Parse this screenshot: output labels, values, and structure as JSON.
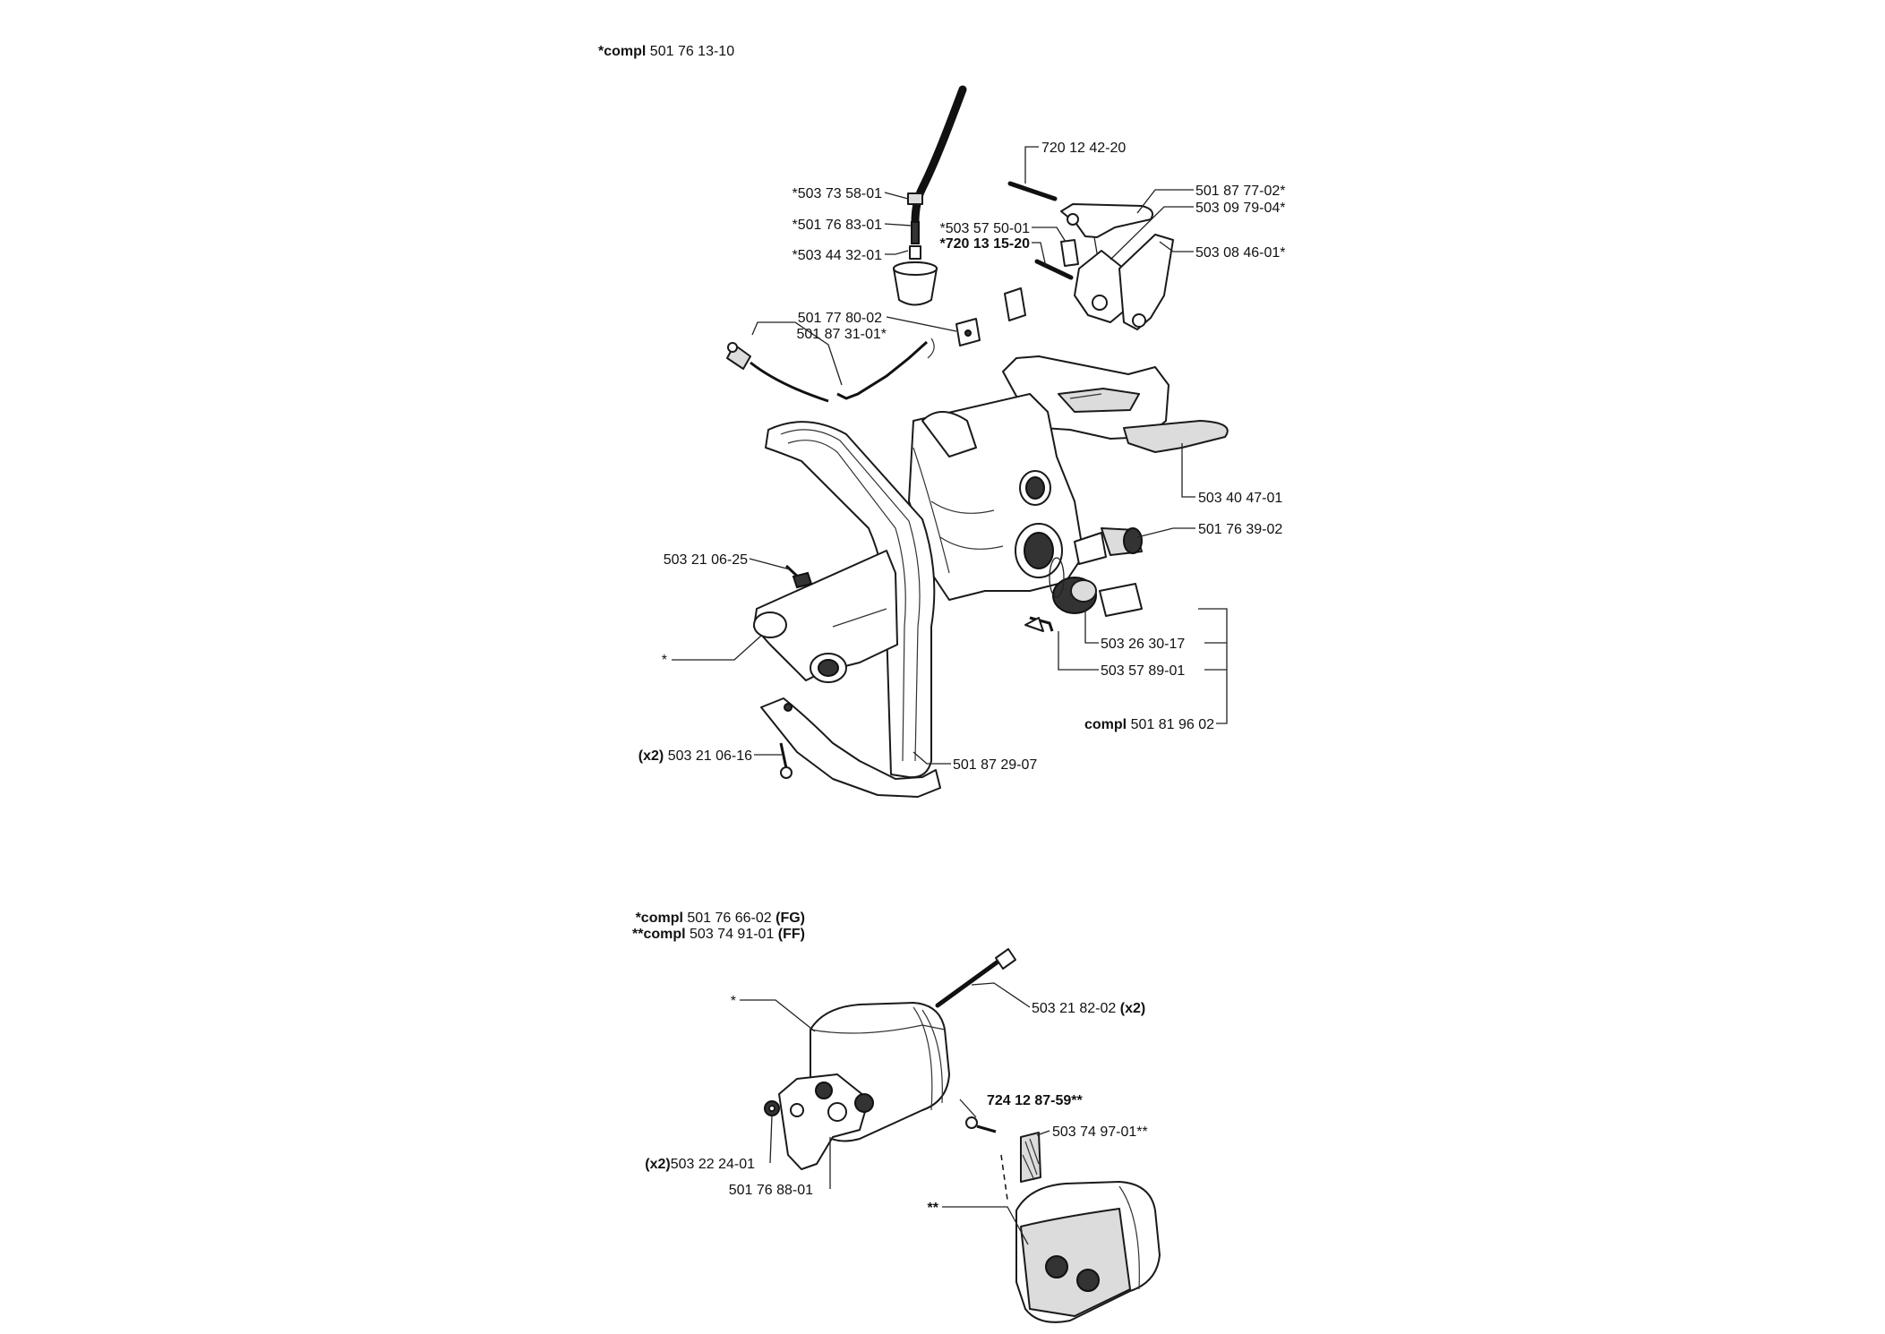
{
  "top_group": {
    "compl_prefix": "*compl",
    "compl_number": "501 76 13-10"
  },
  "callouts": {
    "p_720_12_42_20": "720 12 42-20",
    "p_501_87_77_02": "501 87 77-02*",
    "p_503_09_79_04": "503 09 79-04*",
    "p_503_08_46_01": "503 08 46-01*",
    "p_503_57_50_01": "*503 57 50-01",
    "p_720_13_15_20": "*720 13 15-20",
    "p_503_73_58_01": "*503 73 58-01",
    "p_501_76_83_01": "*501 76 83-01",
    "p_503_44_32_01": "*503 44 32-01",
    "p_501_77_80_02": "501 77 80-02",
    "p_501_87_31_01": "501 87 31-01*",
    "p_503_40_47_01": "503 40 47-01",
    "p_501_76_39_02": "501 76 39-02",
    "p_503_21_06_25": "503 21 06-25",
    "p_star": "*",
    "p_503_26_30_17": "503 26 30-17",
    "p_503_57_89_01": "503 57 89-01",
    "p_compl_prefix": "compl",
    "p_compl_501_81_96_02": "501 81 96 02",
    "p_x2_prefix": "(x2)",
    "p_503_21_06_16": "503 21 06-16",
    "p_501_87_29_07": "501 87 29-07"
  },
  "bottom_group": {
    "compl1_prefix": "*compl",
    "compl1_number": "501 76 66-02",
    "compl1_suffix": "(FG)",
    "compl2_prefix": "**compl",
    "compl2_number": "503 74 91-01",
    "compl2_suffix": "(FF)",
    "p_503_21_82_02": "503 21 82-02",
    "p_503_21_82_02_qty": "(x2)",
    "p_star": "*",
    "p_724_12_87_59": "724 12 87-59**",
    "p_503_74_97_01": "503 74 97-01**",
    "p_x2_prefix": "(x2)",
    "p_503_22_24_01": "503 22 24-01",
    "p_501_76_88_01": "501 76 88-01",
    "p_double_star": "**"
  },
  "colors": {
    "ink": "#111111",
    "background": "#ffffff"
  }
}
